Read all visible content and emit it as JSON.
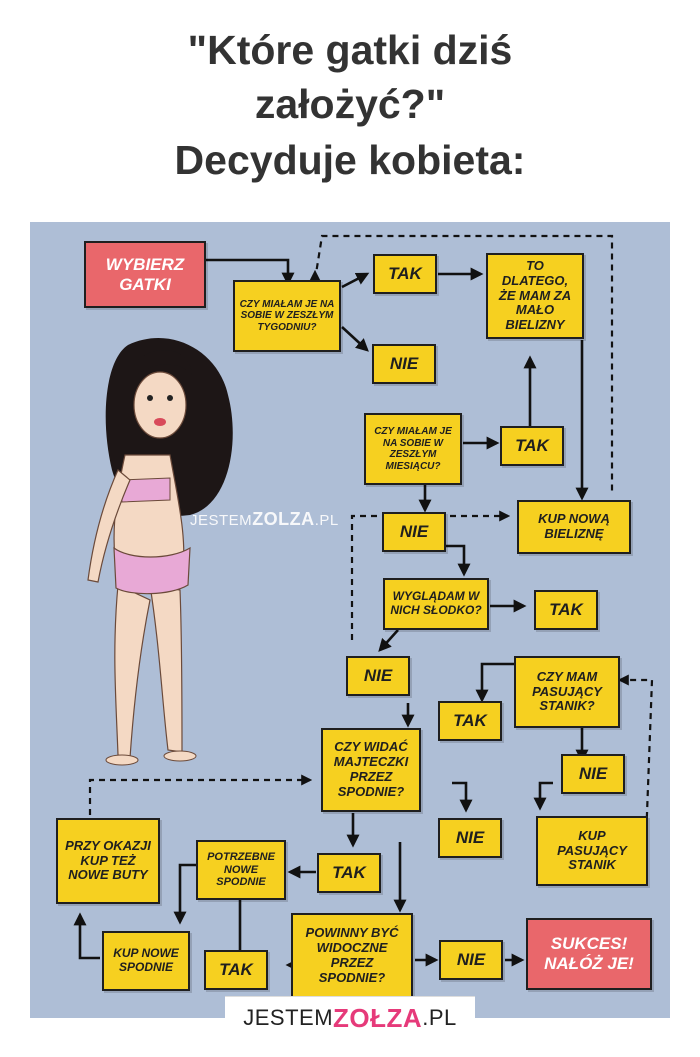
{
  "title": {
    "line1": "\"Które gatki dziś",
    "line2": "założyć?\"",
    "line3": "Decyduje kobieta:"
  },
  "flow": {
    "start": "WYBIERZ GATKI",
    "q_last_week": "CZY MIAŁAM JE NA SOBIE W ZESZŁYM TYGODNIU?",
    "yes_1": "TAK",
    "result_little": "TO DLATEGO, ŻE MAM ZA MAŁO BIELIZNY",
    "no_1": "NIE",
    "q_last_month": "CZY MIAŁAM JE NA SOBIE W ZESZŁYM MIESIĄCU?",
    "yes_2": "TAK",
    "no_2": "NIE",
    "buy_new": "KUP NOWĄ BIELIZNĘ",
    "q_cute": "WYGLĄDAM W NICH SŁODKO?",
    "yes_3": "TAK",
    "no_3": "NIE",
    "q_bra": "CZY MAM PASUJĄCY STANIK?",
    "yes_4": "TAK",
    "no_4": "NIE",
    "buy_bra": "KUP PASUJĄCY STANIK",
    "q_visible": "CZY WIDAĆ MAJTECZKI PRZEZ SPODNIE?",
    "yes_5": "TAK",
    "no_5": "NIE",
    "need_pants": "POTRZEBNE NOWE SPODNIE",
    "buy_shoes": "PRZY OKAZJI KUP TEŻ NOWE BUTY",
    "buy_pants": "KUP NOWE SPODNIE",
    "yes_6": "TAK",
    "q_should_visible": "POWINNY BYĆ WIDOCZNE PRZEZ SPODNIE?",
    "no_6": "NIE",
    "success": "SUKCES! NAŁÓŻ JE!"
  },
  "watermark": {
    "part1": "JESTEM",
    "part2": "ZOLZA",
    "part3": ".PL"
  },
  "footer": {
    "part1": "JESTEM",
    "part2": "ZOŁZA",
    "part3": ".PL"
  }
}
